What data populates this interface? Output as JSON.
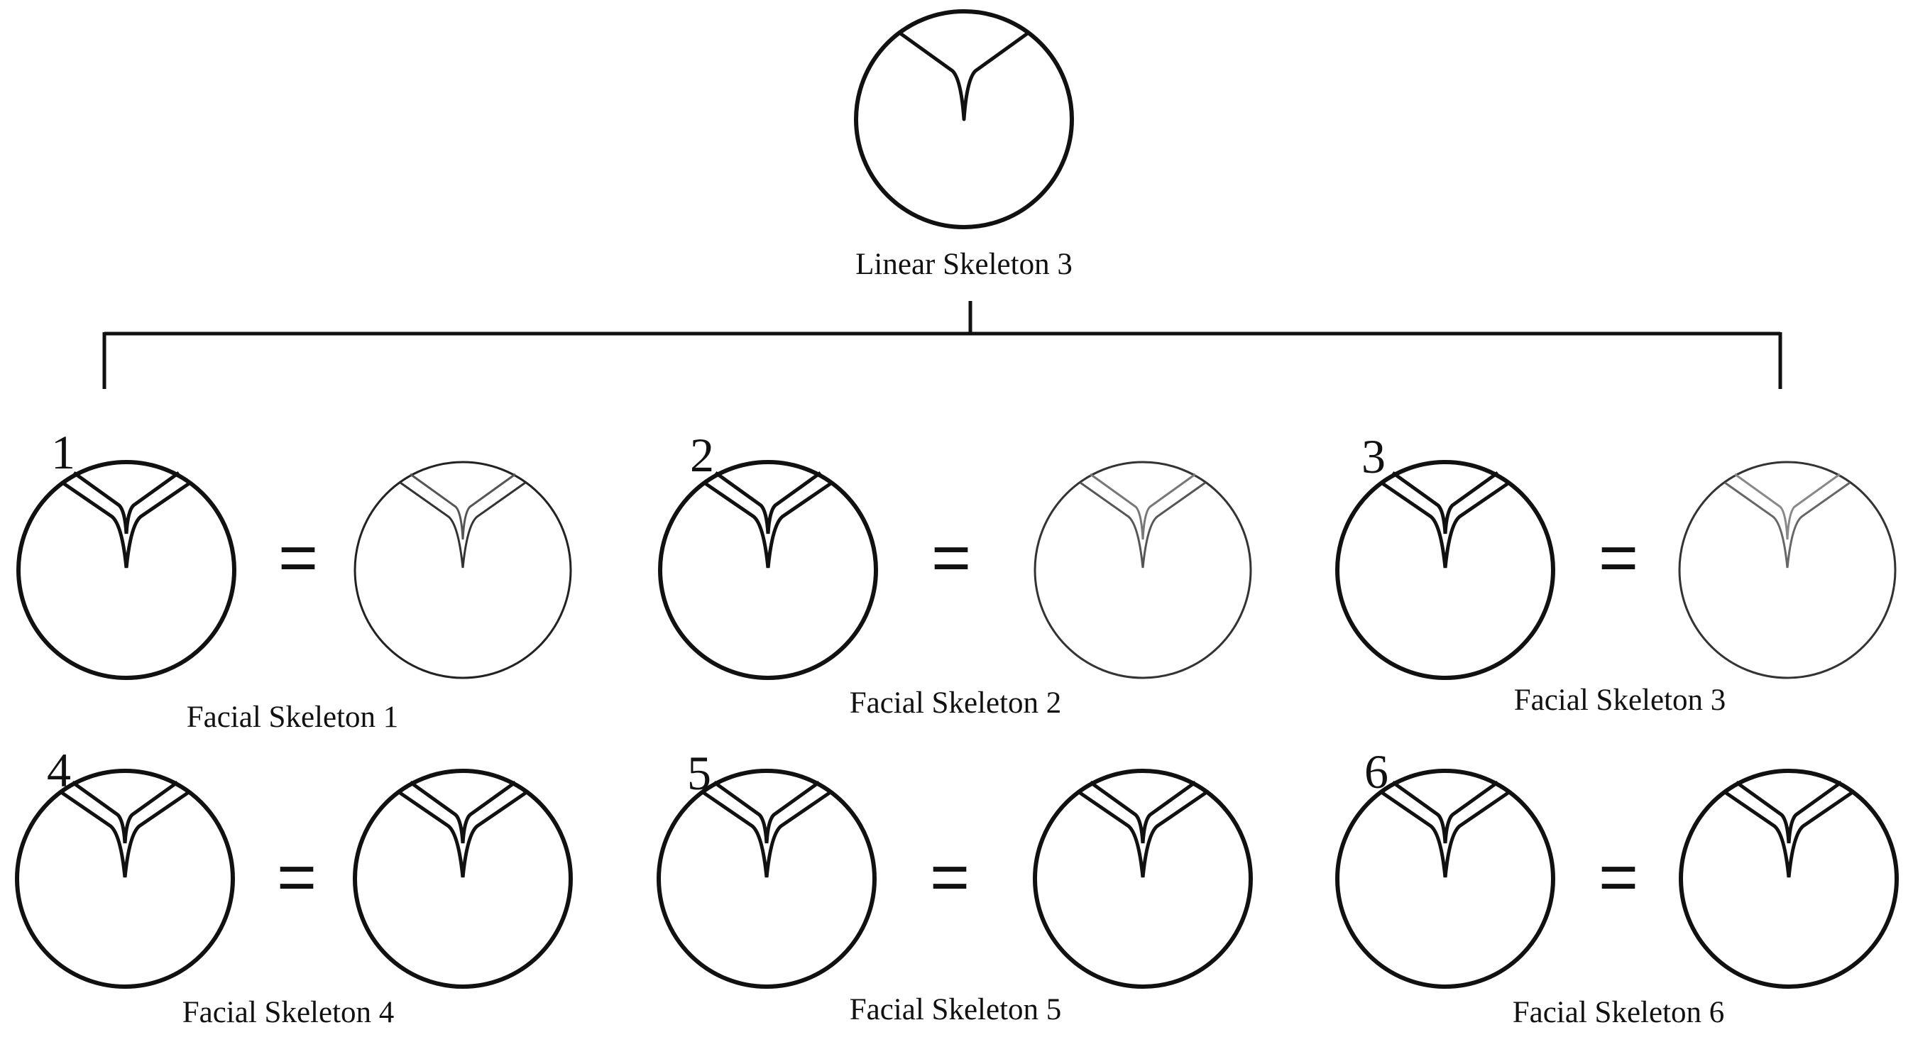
{
  "root": {
    "label": "Linear Skeleton 3"
  },
  "groups": [
    {
      "number": "1",
      "label": "Facial Skeleton 1",
      "equals": "="
    },
    {
      "number": "2",
      "label": "Facial Skeleton 2",
      "equals": "="
    },
    {
      "number": "3",
      "label": "Facial Skeleton 3",
      "equals": "="
    },
    {
      "number": "4",
      "label": "Facial Skeleton 4",
      "equals": "="
    },
    {
      "number": "5",
      "label": "Facial Skeleton 5",
      "equals": "="
    },
    {
      "number": "6",
      "label": "Facial Skeleton 6",
      "equals": "="
    }
  ]
}
